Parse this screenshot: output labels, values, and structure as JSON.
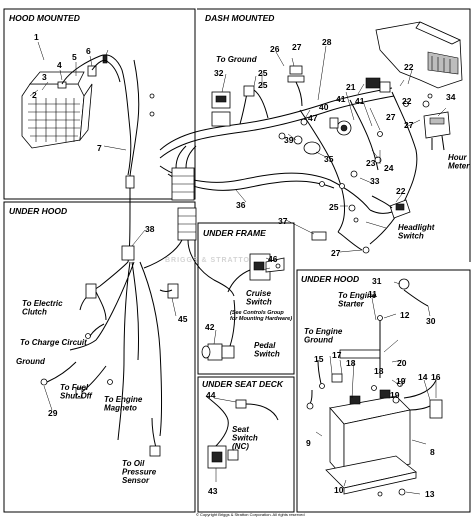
{
  "sections": {
    "hood_mounted": "HOOD MOUNTED",
    "dash_mounted": "DASH MOUNTED",
    "under_hood_left": "UNDER HOOD",
    "under_frame": "UNDER FRAME",
    "under_hood_right": "UNDER HOOD",
    "under_seat_deck": "UNDER SEAT DECK"
  },
  "labels": {
    "to_ground_dash": "To Ground",
    "hour_meter": "Hour\nMeter",
    "headlight_switch": "Headlight\nSwitch",
    "to_electric_clutch": "To Electric\nClutch",
    "to_charge_circuit": "To Charge Circuit",
    "ground": "Ground",
    "to_fuel_shutoff": "To Fuel\nShut-Off",
    "to_engine_magneto": "To Engine\nMagneto",
    "cruise_switch": "Cruise\nSwitch",
    "cruise_note": "(See Controls Group\nfor Mounting Hardware)",
    "pedal_switch": "Pedal\nSwitch",
    "to_engine_starter": "To Engine\nStarter",
    "to_engine_ground": "To Engine\nGround",
    "seat_switch": "Seat\nSwitch\n(NC)",
    "to_oil_pressure_sensor": "To Oil\nPressure\nSensor"
  },
  "part_numbers": [
    "1",
    "2",
    "3",
    "4",
    "5",
    "6",
    "7",
    "8",
    "9",
    "10",
    "11",
    "12",
    "13",
    "14",
    "15",
    "16",
    "17",
    "18",
    "19",
    "20",
    "21",
    "22",
    "23",
    "24",
    "25",
    "26",
    "27",
    "28",
    "29",
    "30",
    "31",
    "32",
    "33",
    "34",
    "35",
    "36",
    "37",
    "38",
    "39",
    "40",
    "41",
    "42",
    "43",
    "44",
    "45",
    "46",
    "47"
  ],
  "watermark": "BRIGGS & STRATTON",
  "copyright": "© Copyright Briggs & Stratton Corporation. All rights reserved"
}
